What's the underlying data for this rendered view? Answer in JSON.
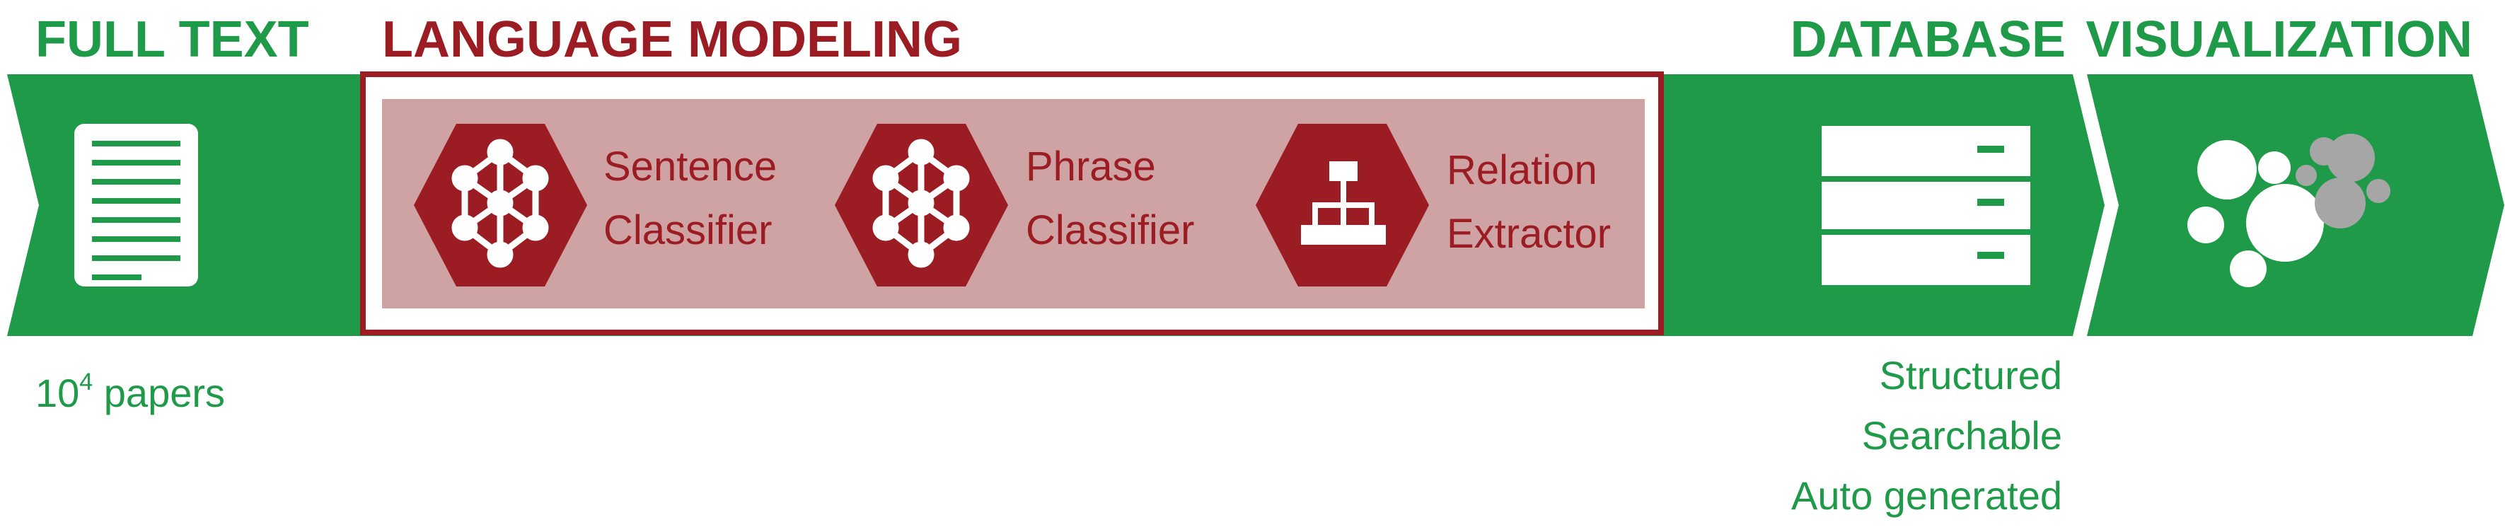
{
  "stages": {
    "full_text": {
      "title": "FULL TEXT",
      "caption_base": "10",
      "caption_sup": "4",
      "caption_rest": " papers"
    },
    "language_modeling": {
      "title": "LANGUAGE MODELING",
      "modules": [
        {
          "line1": "Sentence",
          "line2": "Classifier",
          "icon": "neural-network-icon"
        },
        {
          "line1": "Phrase",
          "line2": "Classifier",
          "icon": "neural-network-icon"
        },
        {
          "line1": "Relation",
          "line2": "Extractor",
          "icon": "hierarchy-icon"
        }
      ]
    },
    "database": {
      "title": "DATABASE",
      "icon": "database-icon",
      "features": [
        "Structured",
        "Searchable",
        "Auto generated"
      ]
    },
    "visualization": {
      "title": "VISUALIZATION",
      "icon": "bubble-chart-icon"
    }
  },
  "colors": {
    "green": "#1f9a48",
    "red": "#9b1c22",
    "pink_fill": "#cfa2a3",
    "white": "#ffffff",
    "gray": "#a6a6a6"
  }
}
